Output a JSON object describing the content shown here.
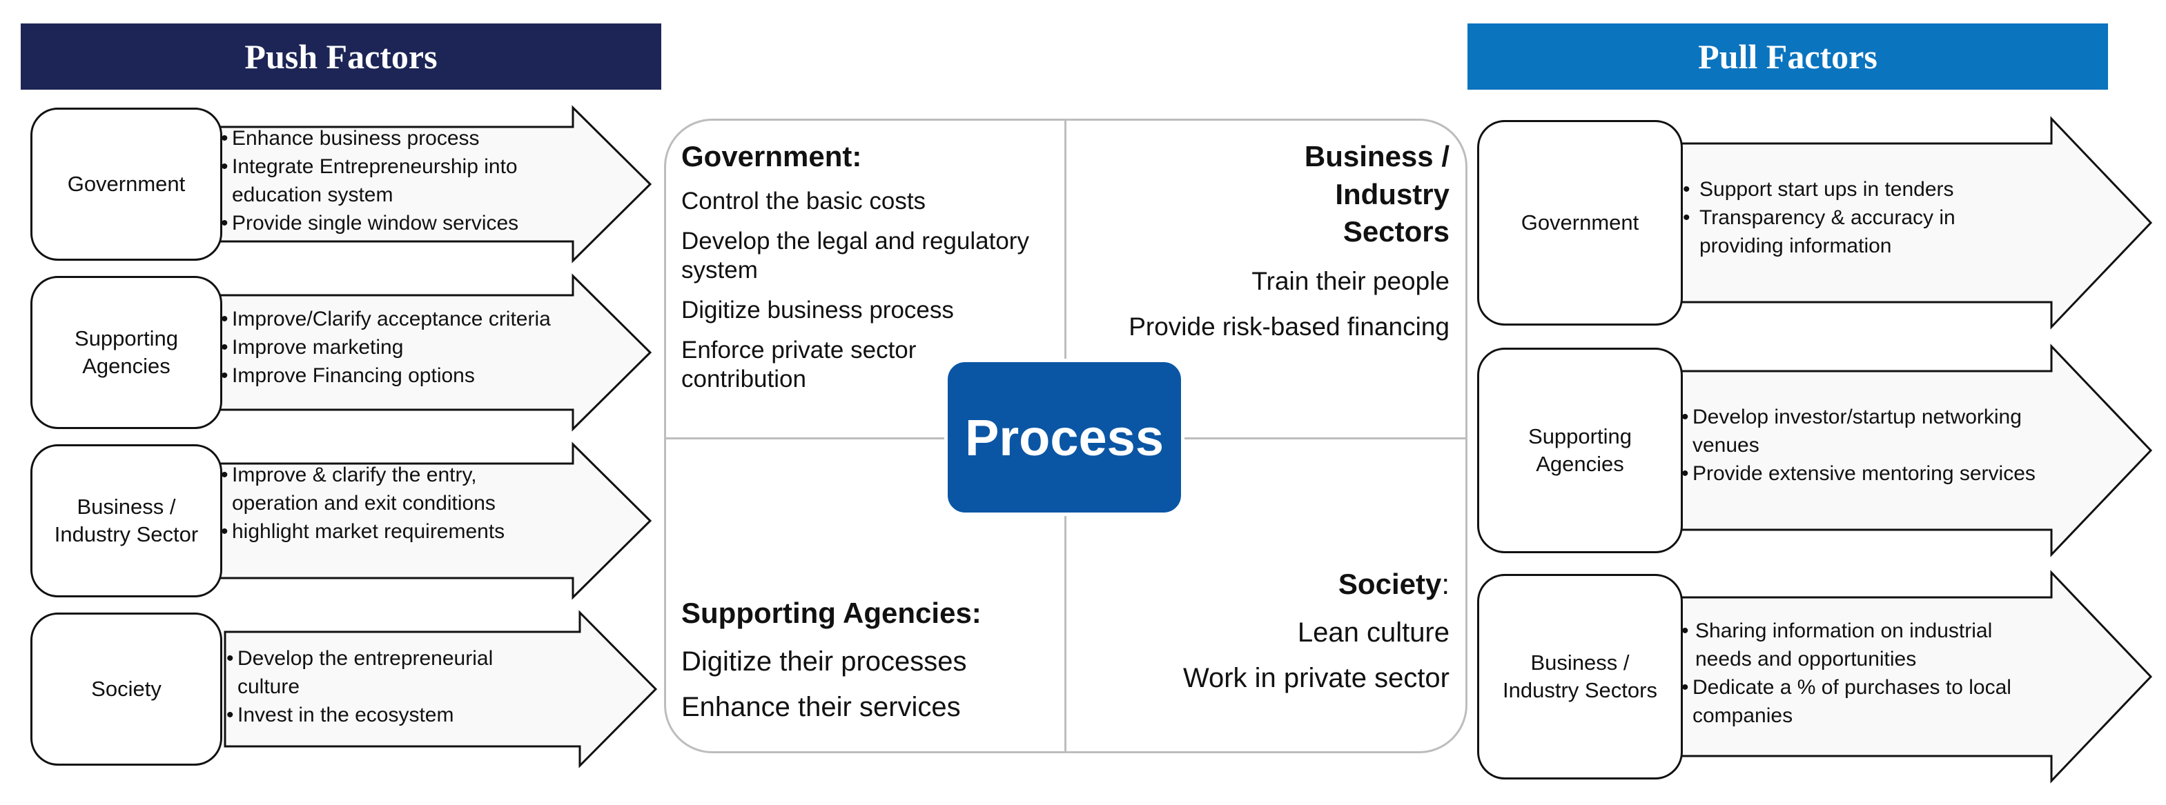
{
  "push_header": "Push Factors",
  "pull_header": "Pull Factors",
  "push": [
    {
      "label": "Government",
      "items": [
        "Enhance business process",
        "Integrate Entrepreneurship into education system",
        "Provide single window services"
      ]
    },
    {
      "label": "Supporting Agencies",
      "items": [
        "Improve/Clarify acceptance criteria",
        "Improve marketing",
        "Improve Financing options"
      ]
    },
    {
      "label": "Business / Industry Sector",
      "items": [
        "Improve & clarify the entry, operation and exit conditions",
        "highlight market requirements"
      ]
    },
    {
      "label": "Society",
      "items": [
        "Develop the entrepreneurial culture",
        "Invest in the ecosystem"
      ]
    }
  ],
  "pull": [
    {
      "label": "Government",
      "items": [
        "Support start ups in tenders",
        "Transparency & accuracy in providing information"
      ]
    },
    {
      "label": "Supporting Agencies",
      "items": [
        "Develop investor/startup networking venues",
        "Provide extensive mentoring services"
      ]
    },
    {
      "label": "Business / Industry Sectors",
      "items": [
        "Sharing information on industrial needs and opportunities",
        "Dedicate a % of purchases to local companies"
      ]
    }
  ],
  "process": {
    "center_label": "Process",
    "quadrants": {
      "top_left": {
        "title": "Government:",
        "items": [
          "Control the basic costs",
          "Develop the legal and regulatory system",
          "Digitize business process",
          "Enforce private sector contribution"
        ]
      },
      "top_right": {
        "title": "Business / Industry Sectors",
        "items": [
          "Train their people",
          "Provide risk-based financing"
        ]
      },
      "bottom_left": {
        "title": "Supporting Agencies:",
        "items": [
          "Digitize their processes",
          "Enhance their services"
        ]
      },
      "bottom_right": {
        "title": "Society",
        "title_suffix": ":",
        "items": [
          "Lean culture",
          "Work in private sector"
        ]
      }
    }
  }
}
